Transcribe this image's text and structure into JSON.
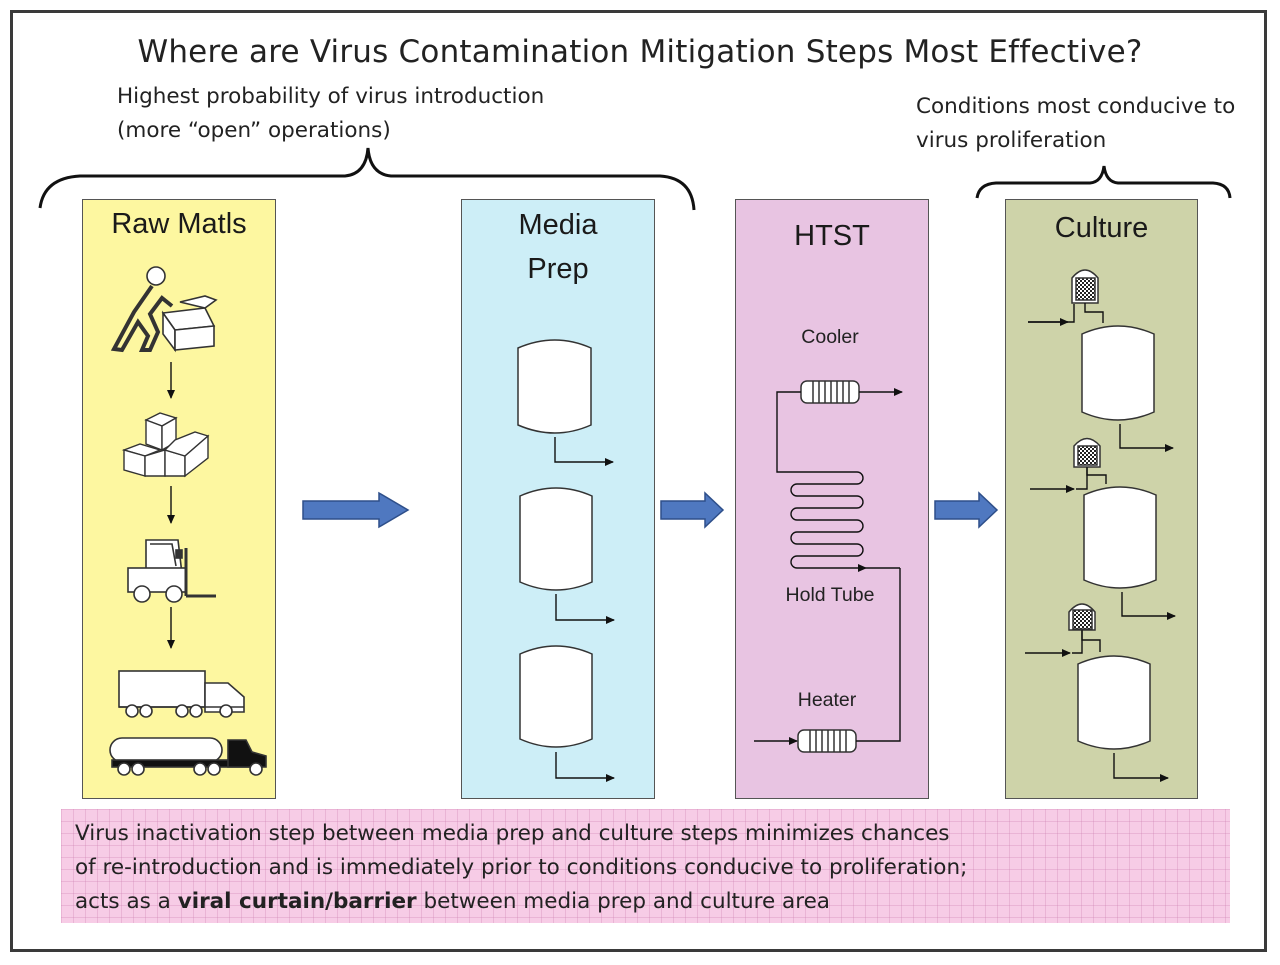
{
  "title": "Where are Virus Contamination Mitigation Steps Most Effective?",
  "note_left": [
    "Highest probability of virus introduction",
    "(more “open” operations)"
  ],
  "note_right": [
    "Conditions most conducive to",
    "virus proliferation"
  ],
  "panels": {
    "raw": {
      "title": "Raw Matls",
      "color": "#fdf7a0"
    },
    "media": {
      "title_lines": [
        "Media",
        "Prep"
      ],
      "color": "#cdeef7"
    },
    "htst": {
      "title": "HTST",
      "color": "#e8c4e2",
      "cooler": "Cooler",
      "hold": "Hold Tube",
      "heater": "Heater"
    },
    "culture": {
      "title": "Culture",
      "color": "#ced3a9"
    }
  },
  "bottom": {
    "line1": "Virus inactivation step between media prep and culture steps minimizes chances",
    "line2": "of re-introduction and is immediately prior to conditions conducive to proliferation;",
    "line3_pre": "acts as a ",
    "line3_bold": "viral curtain/barrier",
    "line3_post": " between media prep and culture area"
  },
  "colors": {
    "arrow": "#4f78c0",
    "bottom_box": "#f7cce6"
  }
}
